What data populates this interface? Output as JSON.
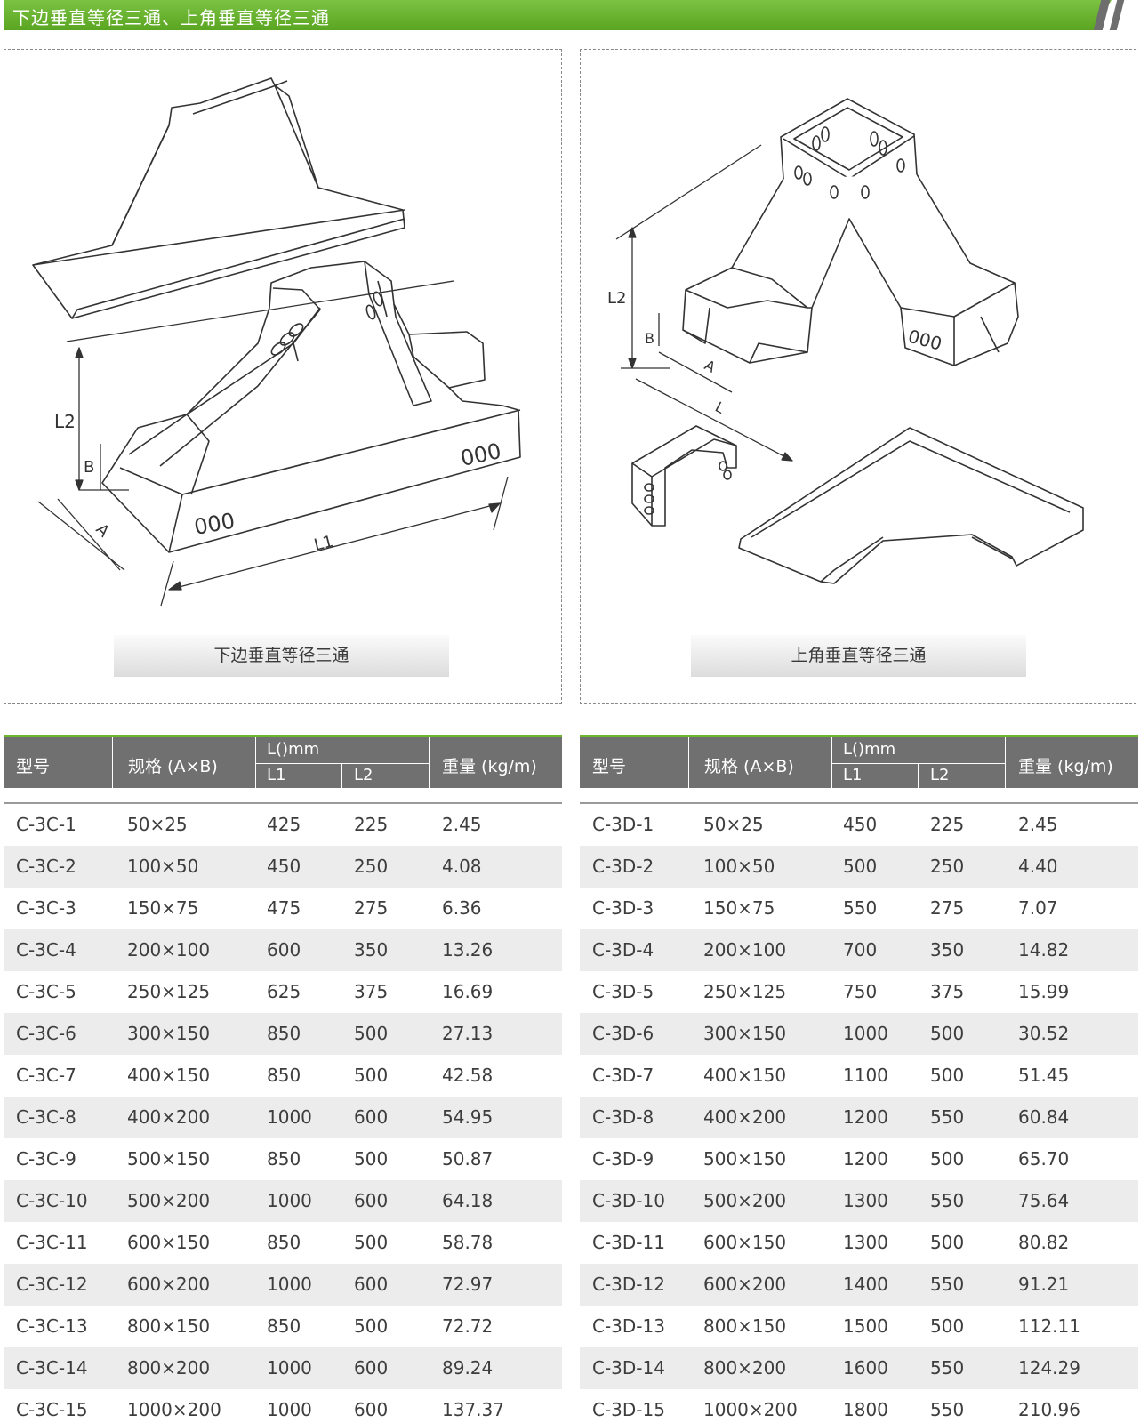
{
  "banner": {
    "title": "下边垂直等径三通、上角垂直等径三通"
  },
  "left_panel": {
    "caption": "下边垂直等径三通",
    "dims": {
      "l2": "L2",
      "b": "B",
      "a": "A",
      "l1": "L1",
      "holes": "000"
    }
  },
  "right_panel": {
    "caption": "上角垂直等径三通",
    "dims": {
      "l2": "L2",
      "b": "B",
      "a": "A",
      "l": "L",
      "holes": "000"
    }
  },
  "table_headers": {
    "model": "型号",
    "spec": "规格 (A×B)",
    "lmm": "L()mm",
    "l1": "L1",
    "l2": "L2",
    "weight": "重量 (kg/m)"
  },
  "table_left": {
    "rows": [
      [
        "C-3C-1",
        "50×25",
        "425",
        "225",
        "2.45"
      ],
      [
        "C-3C-2",
        "100×50",
        "450",
        "250",
        "4.08"
      ],
      [
        "C-3C-3",
        "150×75",
        "475",
        "275",
        "6.36"
      ],
      [
        "C-3C-4",
        "200×100",
        "600",
        "350",
        "13.26"
      ],
      [
        "C-3C-5",
        "250×125",
        "625",
        "375",
        "16.69"
      ],
      [
        "C-3C-6",
        "300×150",
        "850",
        "500",
        "27.13"
      ],
      [
        "C-3C-7",
        "400×150",
        "850",
        "500",
        "42.58"
      ],
      [
        "C-3C-8",
        "400×200",
        "1000",
        "600",
        "54.95"
      ],
      [
        "C-3C-9",
        "500×150",
        "850",
        "500",
        "50.87"
      ],
      [
        "C-3C-10",
        "500×200",
        "1000",
        "600",
        "64.18"
      ],
      [
        "C-3C-11",
        "600×150",
        "850",
        "500",
        "58.78"
      ],
      [
        "C-3C-12",
        "600×200",
        "1000",
        "600",
        "72.97"
      ],
      [
        "C-3C-13",
        "800×150",
        "850",
        "500",
        "72.72"
      ],
      [
        "C-3C-14",
        "800×200",
        "1000",
        "600",
        "89.24"
      ],
      [
        "C-3C-15",
        "1000×200",
        "1000",
        "600",
        "137.37"
      ]
    ]
  },
  "table_right": {
    "rows": [
      [
        "C-3D-1",
        "50×25",
        "450",
        "225",
        "2.45"
      ],
      [
        "C-3D-2",
        "100×50",
        "500",
        "250",
        "4.40"
      ],
      [
        "C-3D-3",
        "150×75",
        "550",
        "275",
        "7.07"
      ],
      [
        "C-3D-4",
        "200×100",
        "700",
        "350",
        "14.82"
      ],
      [
        "C-3D-5",
        "250×125",
        "750",
        "375",
        "15.99"
      ],
      [
        "C-3D-6",
        "300×150",
        "1000",
        "500",
        "30.52"
      ],
      [
        "C-3D-7",
        "400×150",
        "1100",
        "500",
        "51.45"
      ],
      [
        "C-3D-8",
        "400×200",
        "1200",
        "550",
        "60.84"
      ],
      [
        "C-3D-9",
        "500×150",
        "1200",
        "500",
        "65.70"
      ],
      [
        "C-3D-10",
        "500×200",
        "1300",
        "550",
        "75.64"
      ],
      [
        "C-3D-11",
        "600×150",
        "1300",
        "500",
        "80.82"
      ],
      [
        "C-3D-12",
        "600×200",
        "1400",
        "550",
        "91.21"
      ],
      [
        "C-3D-13",
        "800×150",
        "1500",
        "500",
        "112.11"
      ],
      [
        "C-3D-14",
        "800×200",
        "1600",
        "550",
        "124.29"
      ],
      [
        "C-3D-15",
        "1000×200",
        "1800",
        "550",
        "210.96"
      ]
    ]
  },
  "colors": {
    "accent_green": "#6bb82e",
    "header_gray": "#707070",
    "stripe": "#ececec"
  }
}
